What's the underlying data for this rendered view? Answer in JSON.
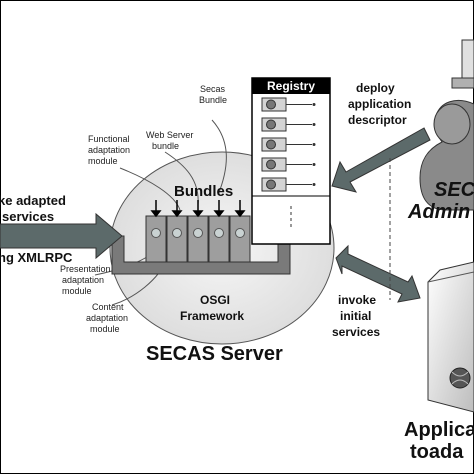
{
  "registry": {
    "title": "Registry"
  },
  "labels": {
    "secas_bundle_line1": "Secas",
    "secas_bundle_line2": "Bundle",
    "web_server_line1": "Web Server",
    "web_server_line2": "bundle",
    "functional_line1": "Functional",
    "functional_line2": "adaptation",
    "functional_line3": "module",
    "bundles": "Bundles",
    "presentation_line1": "Presentation",
    "presentation_line2": "adaptation",
    "presentation_line3": "module",
    "content_line1": "Content",
    "content_line2": "adaptation",
    "content_line3": "module",
    "osgi_line1": "OSGI",
    "osgi_line2": "Framework",
    "server_caption": "SECAS Server",
    "deploy_line1": "deploy",
    "deploy_line2": "application",
    "deploy_line3": "descriptor",
    "invoke_initial_line1": "invoke",
    "invoke_initial_line2": "initial",
    "invoke_initial_line3": "services",
    "left_invoke_line1": "ke adapted",
    "left_invoke_line2": "services",
    "left_xmlrpc": "ng XMLRPC",
    "admin_line1": "SEC",
    "admin_line2": "Admin",
    "app_line1": "Applica",
    "app_line2": "toada"
  },
  "colors": {
    "arrow_fill": "#5c6a6a",
    "bundle_fill": "#9e9e9e",
    "registry_header": "#000000",
    "tray": "#7a7a7a",
    "server_ellipse": "#e9e9e9"
  }
}
